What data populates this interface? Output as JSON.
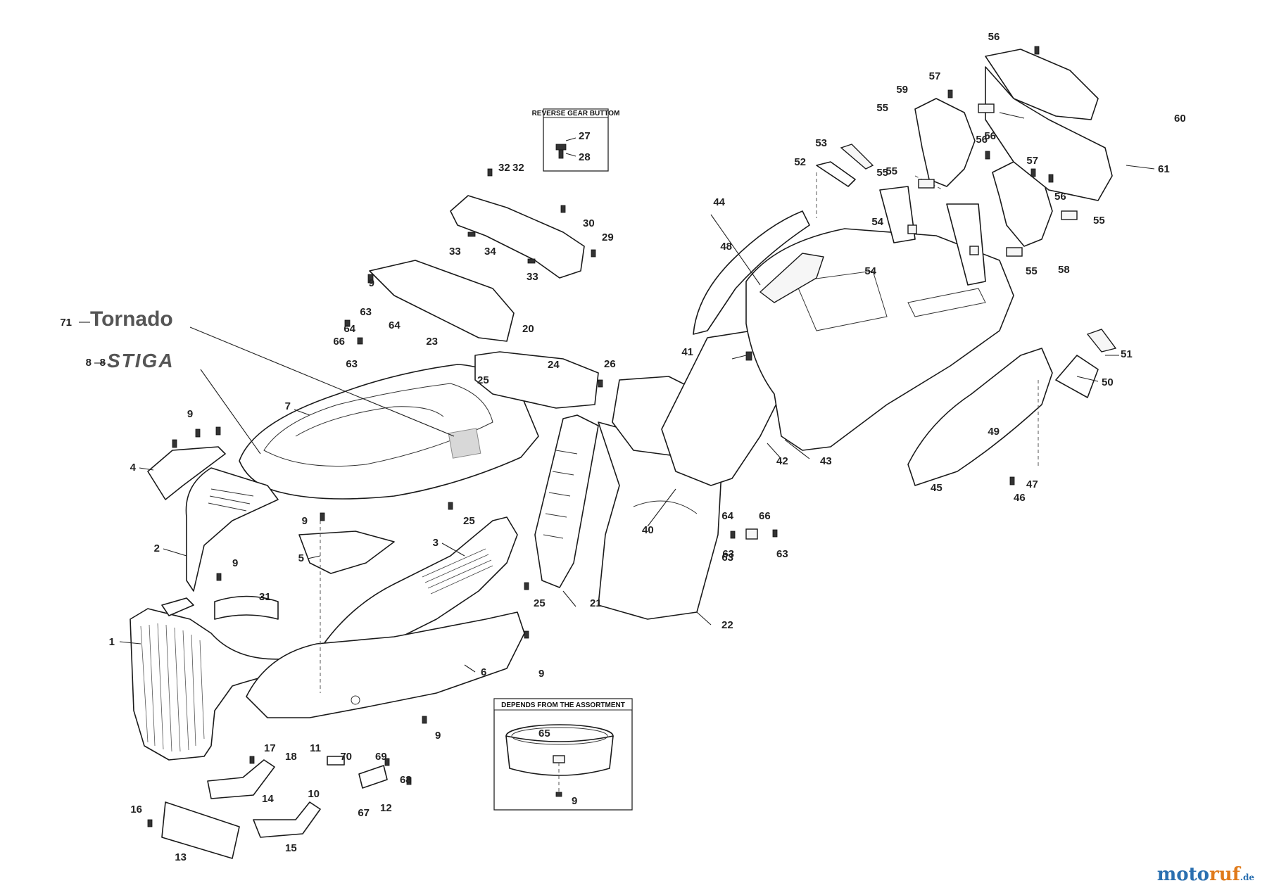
{
  "diagram": {
    "brand_labels": {
      "tornado": "Tornado",
      "stiga": "STIGA"
    },
    "inset_boxes": [
      {
        "title": "REVERSE GEAR BUTTOM"
      },
      {
        "title": "DEPENDS FROM THE ASSORTMENT"
      }
    ],
    "callouts": [
      "1",
      "2",
      "3",
      "4",
      "5",
      "6",
      "7",
      "8",
      "9",
      "10",
      "11",
      "12",
      "13",
      "14",
      "15",
      "16",
      "17",
      "18",
      "20",
      "21",
      "22",
      "23",
      "24",
      "25",
      "26",
      "27",
      "28",
      "29",
      "30",
      "31",
      "32",
      "33",
      "34",
      "40",
      "41",
      "42",
      "43",
      "44",
      "45",
      "46",
      "47",
      "48",
      "49",
      "50",
      "51",
      "52",
      "53",
      "54",
      "55",
      "56",
      "57",
      "58",
      "59",
      "60",
      "61",
      "63",
      "64",
      "65",
      "66",
      "67",
      "68",
      "69",
      "70",
      "71"
    ]
  },
  "watermark": {
    "part_a": "moto",
    "part_b": "ruf",
    "part_c": ".de"
  }
}
